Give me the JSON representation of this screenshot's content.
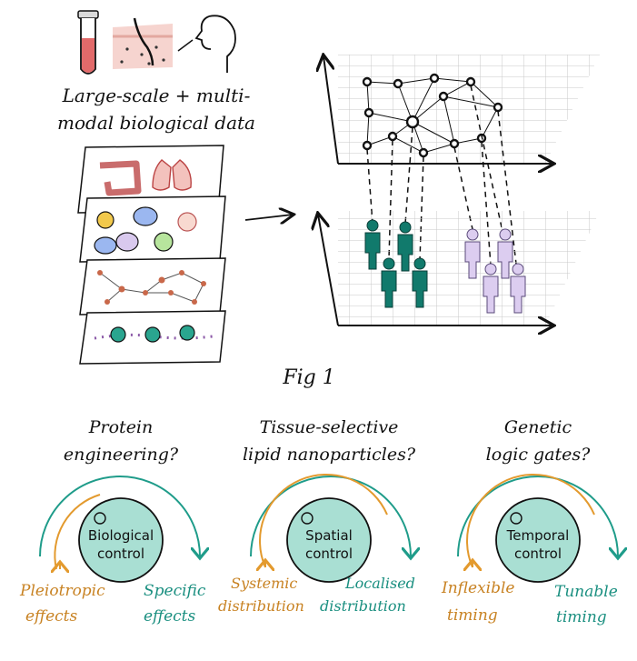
{
  "top": {
    "data_caption_line1": "Large-scale + multi-",
    "data_caption_line2": "modal biological data"
  },
  "figure_label": "Fig 1",
  "questions": [
    {
      "line1": "Protein",
      "line2": "engineering?"
    },
    {
      "line1": "Tissue-selective",
      "line2": "lipid nanoparticles?"
    },
    {
      "line1": "Genetic",
      "line2": "logic gates?"
    }
  ],
  "controls": [
    {
      "line1": "Biological",
      "line2": "control",
      "left1": "Pleiotropic",
      "left2": "effects",
      "right1": "Specific",
      "right2": "effects"
    },
    {
      "line1": "Spatial",
      "line2": "control",
      "left1": "Systemic",
      "left2": "distribution",
      "right1": "Localised",
      "right2": "distribution"
    },
    {
      "line1": "Temporal",
      "line2": "control",
      "left1": "Inflexible",
      "left2": "timing",
      "right1": "Tunable",
      "right2": "timing"
    }
  ],
  "colors": {
    "orange": "#e39a2e",
    "teal": "#1f9c8a",
    "knob": "#a9dfd3",
    "person_dark": "#117a6c",
    "person_light": "#dccdf0",
    "left_text": "#c88222",
    "right_text": "#1a8f80"
  }
}
